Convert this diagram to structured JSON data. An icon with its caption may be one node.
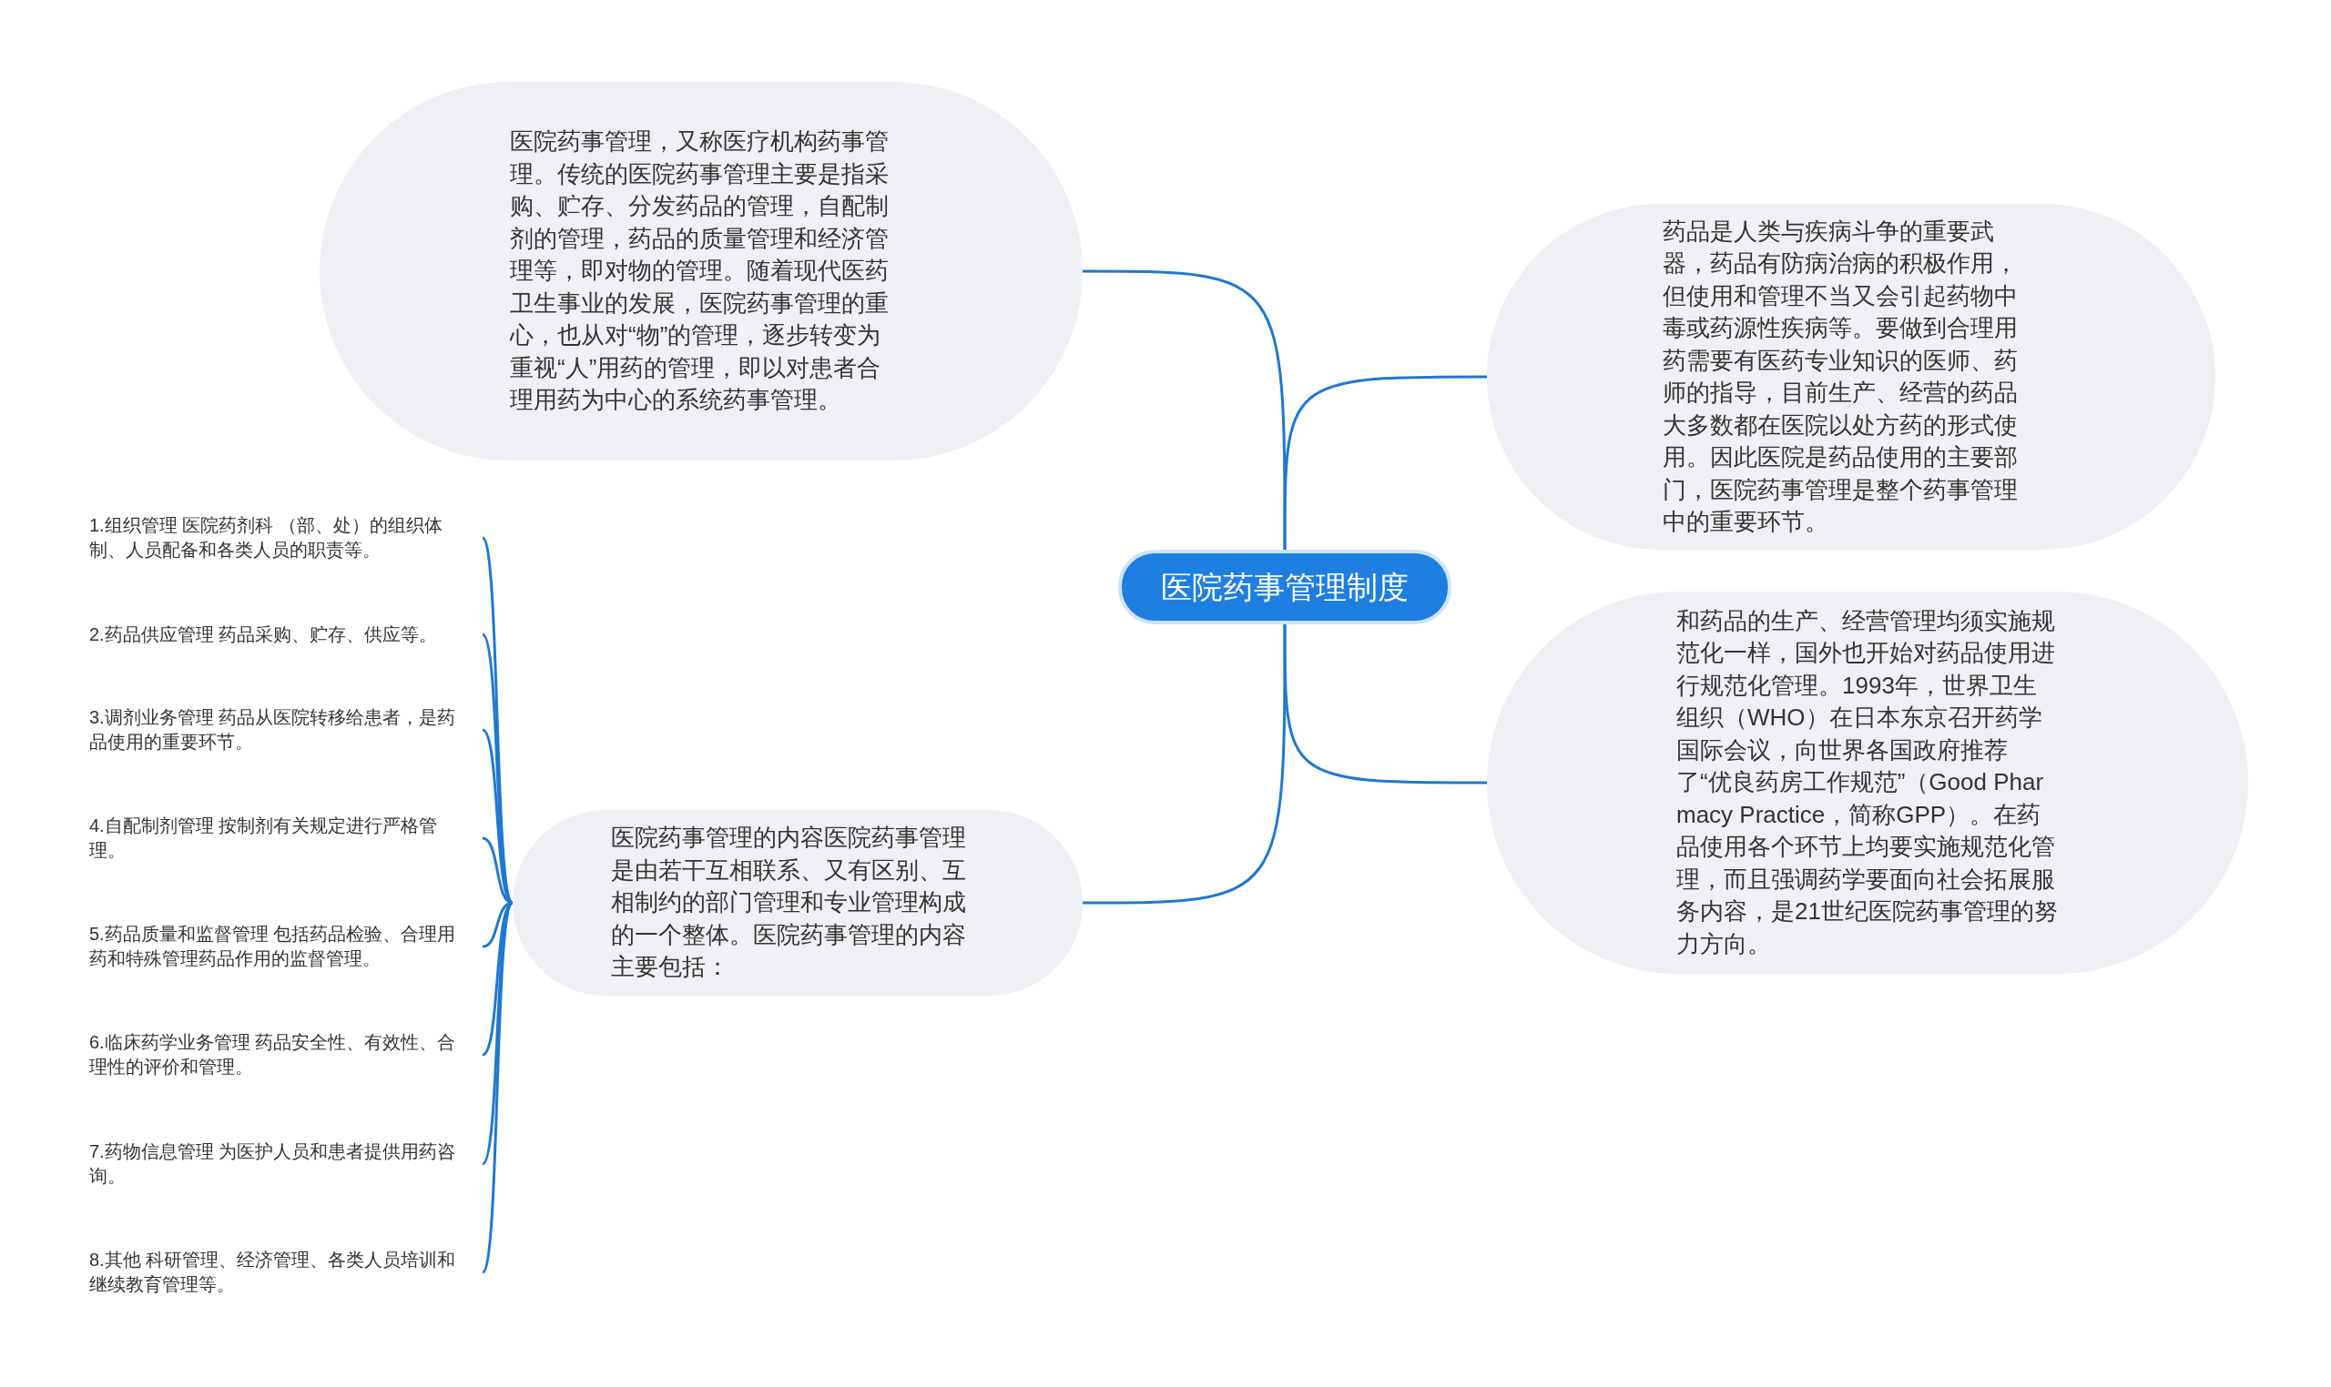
{
  "diagram": {
    "nodes": [
      {
        "text": [
          "医院药事管理制度"
        ]
      },
      {
        "text": [
          "医院药事管理，又称医疗机构药事管理。传统的医院药事管理主要是指采购、贮存、分发药品的管理，自配制剂的管理，药品的质量管理和经济管理等，即对物的管理。随着现代医药卫生事业的发展，医院药事管理的重心，也从对“物”的管理，逐步转变为重视“人”用药的管理，即以对患者合理用药为中心的系统药事管理。"
        ]
      },
      {
        "text": [
          "药品是人类与疾病斗争的重要武器，药品有防病治病的积极作用，但使用和管理不当又会引起药物中毒或药源性疾病等。要做到合理用药需要有医药专业知识的医师、药师的指导，目前生产、经营的药品大多数都在医院以处方药的形式使用。因此医院是药品使用的主要部门，医院药事管理是整个药事管理中的重要环节。"
        ]
      },
      {
        "text": [
          "和药品的生产、经营管理均须实施规范化一样，国外也开始对药品使用进行规范化管理。1993年，世界卫生组织（WHO）在日本东京召开药学国际会议，向世界各国政府推荐了“优良药房工作规范”（Good Pharmacy Practice，简称GPP）。在药品使用各个环节上均要实施规范化管理，而且强调药学要面向社会拓展服务内容，是21世纪医院药事管理的努力方向。"
        ]
      },
      {
        "text": [
          "医院药事管理的内容医院药事管理是由若干互相联系、又有区别、互相制约的部门管理和专业管理构成的一个整体。医院药事管理的内容主要包括："
        ]
      },
      {
        "text": [
          "1.组织管理 医院药剂科 （部、处）的组织体制、人员配备和各类人员的职责等。"
        ]
      },
      {
        "text": [
          "2.药品供应管理 药品采购、贮存、供应等。"
        ]
      },
      {
        "text": [
          "3.调剂业务管理 药品从医院转移给患者，是药品使用的重要环节。"
        ]
      },
      {
        "text": [
          "4.自配制剂管理 按制剂有关规定进行严格管理。"
        ]
      },
      {
        "text": [
          "5.药品质量和监督管理 包括药品检验、合理用药和特殊管理药品作用的监督管理。"
        ]
      },
      {
        "text": [
          "6.临床药学业务管理 药品安全性、有效性、合理性的评价和管理。"
        ]
      },
      {
        "text": [
          "7.药物信息管理 为医护人员和患者提供用药咨询。"
        ]
      },
      {
        "text": [
          "8.其他 科研管理、经济管理、各类人员培训和继续教育管理等。"
        ]
      }
    ],
    "edges": [
      {
        "from": 0,
        "to": 1,
        "arrow": "none"
      },
      {
        "from": 0,
        "to": 2,
        "arrow": "none"
      },
      {
        "from": 0,
        "to": 3,
        "arrow": "none"
      },
      {
        "from": 0,
        "to": 4,
        "arrow": "none"
      },
      {
        "from": 4,
        "to": 5,
        "arrow": "none"
      },
      {
        "from": 4,
        "to": 6,
        "arrow": "none"
      },
      {
        "from": 4,
        "to": 7,
        "arrow": "none"
      },
      {
        "from": 4,
        "to": 8,
        "arrow": "none"
      },
      {
        "from": 4,
        "to": 9,
        "arrow": "none"
      },
      {
        "from": 4,
        "to": 10,
        "arrow": "none"
      },
      {
        "from": 4,
        "to": 11,
        "arrow": "none"
      },
      {
        "from": 4,
        "to": 12,
        "arrow": "none"
      }
    ]
  }
}
